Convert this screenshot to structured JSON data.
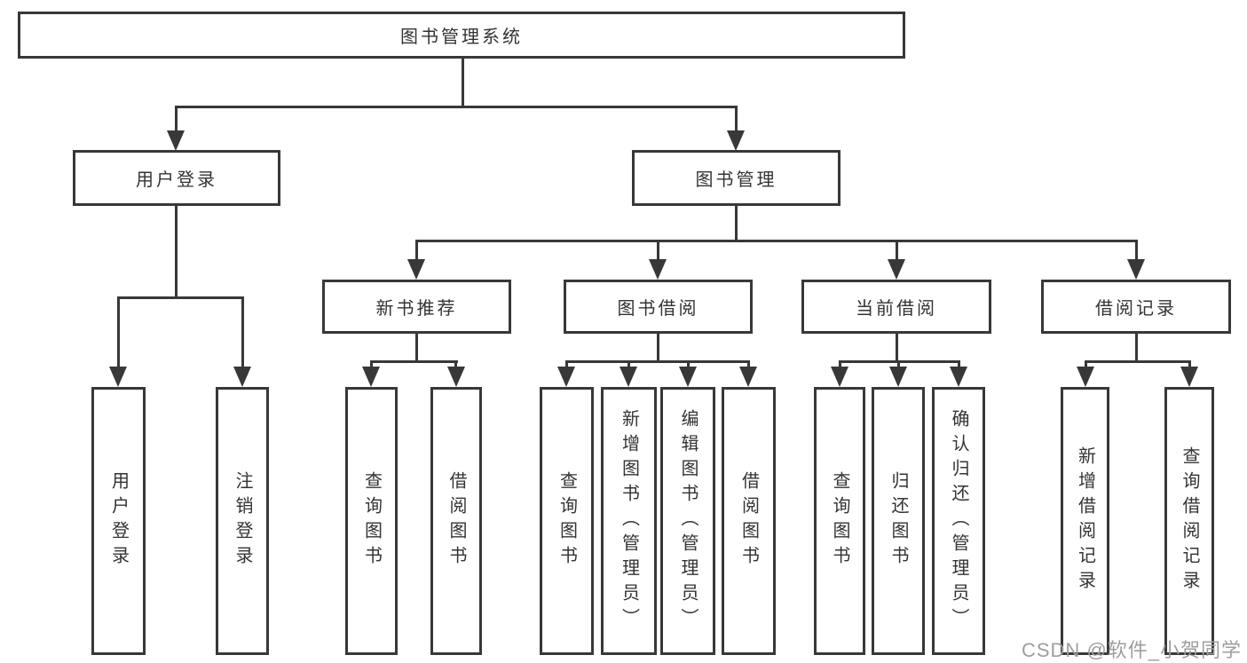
{
  "tree": {
    "root": "图书管理系统",
    "level2": [
      "用户登录",
      "图书管理"
    ],
    "level3": [
      "新书推荐",
      "图书借阅",
      "当前借阅",
      "借阅记录"
    ],
    "leaves": [
      "用户登录",
      "注销登录",
      "查询图书",
      "借阅图书",
      "查询图书",
      "新增图书（管理员）",
      "编辑图书（管理员）",
      "借阅图书",
      "查询图书",
      "归还图书",
      "确认归还（管理员）",
      "新增借阅记录",
      "查询借阅记录"
    ]
  },
  "watermark": "CSDN @软件_小贺同学",
  "colors": {
    "line": "#383838",
    "text": "#333333",
    "watermark": "#9e9e9e",
    "background": "#ffffff"
  }
}
